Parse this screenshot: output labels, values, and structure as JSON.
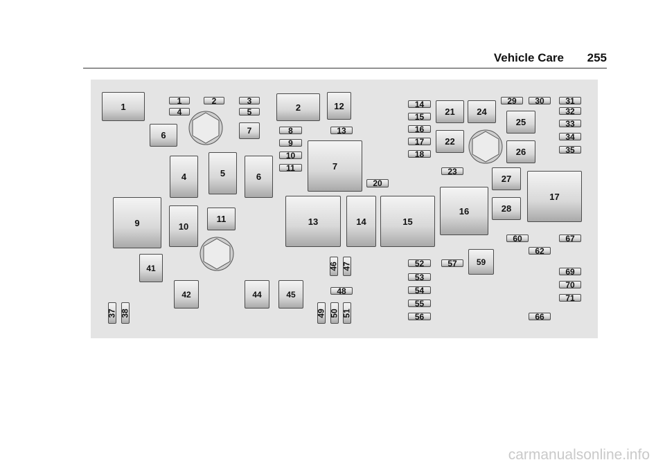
{
  "header": {
    "section": "Vehicle Care",
    "page_number": "255"
  },
  "diagram": {
    "fuses": {
      "f1": "1",
      "f2": "2",
      "f3": "3",
      "f4": "4",
      "f5": "5",
      "f6": "6",
      "f7": "7",
      "f8": "8",
      "f9": "9",
      "f10": "10",
      "f11": "11",
      "f12": "12",
      "f13": "13",
      "f14": "14",
      "f15": "15",
      "f16": "16",
      "f17": "17",
      "f18": "18",
      "f20": "20",
      "f21": "21",
      "f22": "22",
      "f23": "23",
      "f24": "24",
      "f25": "25",
      "f26": "26",
      "f27": "27",
      "f28": "28",
      "f29": "29",
      "f30": "30",
      "f31": "31",
      "f32": "32",
      "f33": "33",
      "f34": "34",
      "f35": "35",
      "f37": "37",
      "f38": "38",
      "f41": "41",
      "f42": "42",
      "f44": "44",
      "f45": "45",
      "f46": "46",
      "f47": "47",
      "f48": "48",
      "f49": "49",
      "f50": "50",
      "f51": "51",
      "f52": "52",
      "f53": "53",
      "f54": "54",
      "f55": "55",
      "f56": "56",
      "f57": "57",
      "f59": "59",
      "f60": "60",
      "f62": "62",
      "f66": "66",
      "f67": "67",
      "f69": "69",
      "f70": "70",
      "f71": "71"
    }
  },
  "watermark": "carmanualsonline.info"
}
